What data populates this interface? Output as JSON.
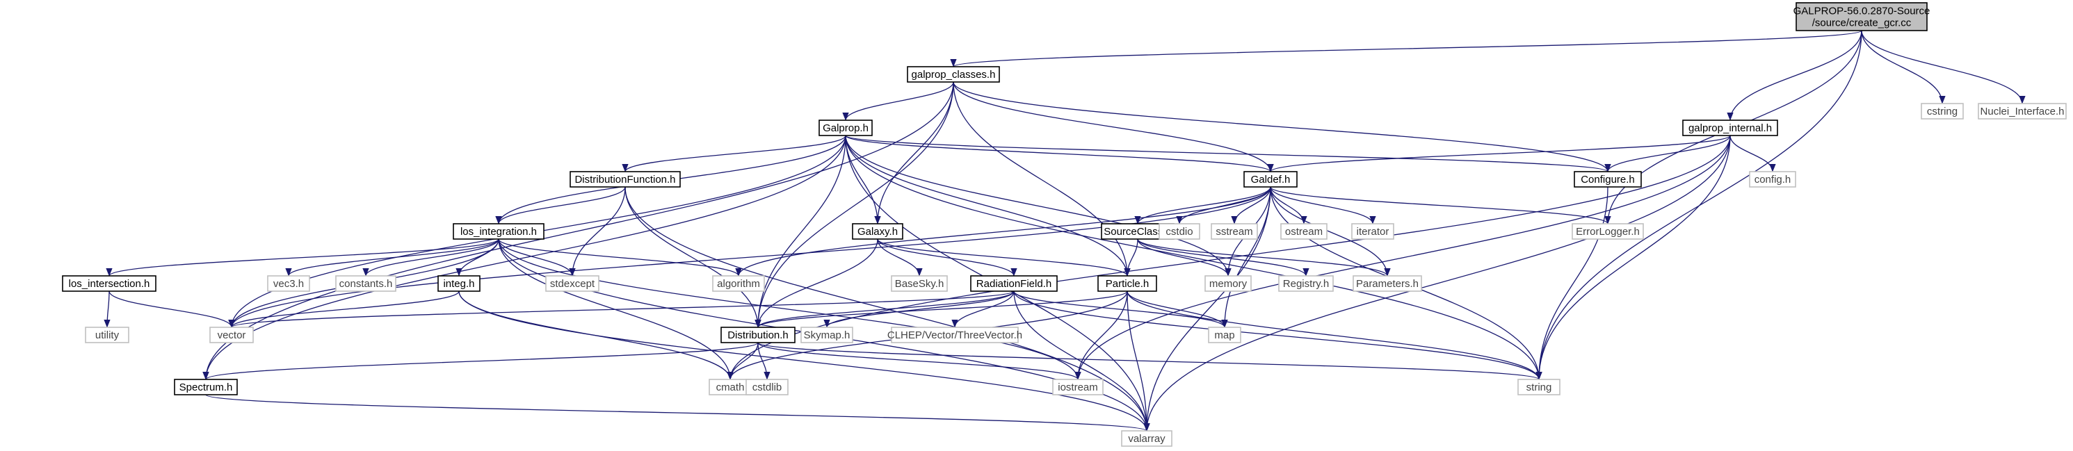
{
  "graph": {
    "root": "create_gcr_cc",
    "colors": {
      "edge": "#191970",
      "root_fill": "#bfbfbf",
      "root_border": "#000000",
      "project_border": "#000000",
      "system_border": "#bfbfbf",
      "node_fill": "#ffffff"
    },
    "nodes": [
      {
        "id": "create_gcr_cc",
        "kind": "root",
        "lines": [
          "GALPROP-56.0.2870-Source",
          "/source/create_gcr.cc"
        ]
      },
      {
        "id": "galprop_classes_h",
        "kind": "project",
        "lines": [
          "galprop_classes.h"
        ]
      },
      {
        "id": "cstring",
        "kind": "system",
        "lines": [
          "cstring"
        ]
      },
      {
        "id": "Nuclei_Interface_h",
        "kind": "system",
        "lines": [
          "Nuclei_Interface.h"
        ]
      },
      {
        "id": "Galprop_h",
        "kind": "project",
        "lines": [
          "Galprop.h"
        ]
      },
      {
        "id": "galprop_internal_h",
        "kind": "project",
        "lines": [
          "galprop_internal.h"
        ]
      },
      {
        "id": "DistributionFunction_h",
        "kind": "project",
        "lines": [
          "DistributionFunction.h"
        ]
      },
      {
        "id": "Galdef_h",
        "kind": "project",
        "lines": [
          "Galdef.h"
        ]
      },
      {
        "id": "Configure_h",
        "kind": "project",
        "lines": [
          "Configure.h"
        ]
      },
      {
        "id": "config_h",
        "kind": "system",
        "lines": [
          "config.h"
        ]
      },
      {
        "id": "los_integration_h",
        "kind": "project",
        "lines": [
          "los_integration.h"
        ]
      },
      {
        "id": "Galaxy_h",
        "kind": "project",
        "lines": [
          "Galaxy.h"
        ]
      },
      {
        "id": "SourceClass_h",
        "kind": "project",
        "lines": [
          "SourceClass.h"
        ]
      },
      {
        "id": "cstdio",
        "kind": "system",
        "lines": [
          "cstdio"
        ]
      },
      {
        "id": "sstream",
        "kind": "system",
        "lines": [
          "sstream"
        ]
      },
      {
        "id": "ostream",
        "kind": "system",
        "lines": [
          "ostream"
        ]
      },
      {
        "id": "iterator",
        "kind": "system",
        "lines": [
          "iterator"
        ]
      },
      {
        "id": "ErrorLogger_h",
        "kind": "system",
        "lines": [
          "ErrorLogger.h"
        ]
      },
      {
        "id": "los_intersection_h",
        "kind": "project",
        "lines": [
          "los_intersection.h"
        ]
      },
      {
        "id": "vec3_h",
        "kind": "system",
        "lines": [
          "vec3.h"
        ]
      },
      {
        "id": "constants_h",
        "kind": "system",
        "lines": [
          "constants.h"
        ]
      },
      {
        "id": "integ_h",
        "kind": "project",
        "lines": [
          "integ.h"
        ]
      },
      {
        "id": "stdexcept",
        "kind": "system",
        "lines": [
          "stdexcept"
        ]
      },
      {
        "id": "algorithm",
        "kind": "system",
        "lines": [
          "algorithm"
        ]
      },
      {
        "id": "BaseSky_h",
        "kind": "system",
        "lines": [
          "BaseSky.h"
        ]
      },
      {
        "id": "RadiationField_h",
        "kind": "project",
        "lines": [
          "RadiationField.h"
        ]
      },
      {
        "id": "Particle_h",
        "kind": "project",
        "lines": [
          "Particle.h"
        ]
      },
      {
        "id": "memory",
        "kind": "system",
        "lines": [
          "memory"
        ]
      },
      {
        "id": "Registry_h",
        "kind": "system",
        "lines": [
          "Registry.h"
        ]
      },
      {
        "id": "Parameters_h",
        "kind": "system",
        "lines": [
          "Parameters.h"
        ]
      },
      {
        "id": "utility",
        "kind": "system",
        "lines": [
          "utility"
        ]
      },
      {
        "id": "vector",
        "kind": "system",
        "lines": [
          "vector"
        ]
      },
      {
        "id": "Distribution_h",
        "kind": "project",
        "lines": [
          "Distribution.h"
        ]
      },
      {
        "id": "Skymap_h",
        "kind": "system",
        "lines": [
          "Skymap.h"
        ]
      },
      {
        "id": "ThreeVector_h",
        "kind": "system",
        "lines": [
          "CLHEP/Vector/ThreeVector.h"
        ]
      },
      {
        "id": "map",
        "kind": "system",
        "lines": [
          "map"
        ]
      },
      {
        "id": "Spectrum_h",
        "kind": "project",
        "lines": [
          "Spectrum.h"
        ]
      },
      {
        "id": "cmath",
        "kind": "system",
        "lines": [
          "cmath"
        ]
      },
      {
        "id": "cstdlib",
        "kind": "system",
        "lines": [
          "cstdlib"
        ]
      },
      {
        "id": "iostream",
        "kind": "system",
        "lines": [
          "iostream"
        ]
      },
      {
        "id": "string",
        "kind": "system",
        "lines": [
          "string"
        ]
      },
      {
        "id": "valarray",
        "kind": "system",
        "lines": [
          "valarray"
        ]
      }
    ],
    "edges": [
      [
        "create_gcr_cc",
        "galprop_classes_h"
      ],
      [
        "create_gcr_cc",
        "cstring"
      ],
      [
        "create_gcr_cc",
        "Nuclei_Interface_h"
      ],
      [
        "create_gcr_cc",
        "galprop_internal_h"
      ],
      [
        "create_gcr_cc",
        "ErrorLogger_h"
      ],
      [
        "create_gcr_cc",
        "string"
      ],
      [
        "galprop_classes_h",
        "Spectrum_h"
      ],
      [
        "galprop_classes_h",
        "Galprop_h"
      ],
      [
        "galprop_classes_h",
        "Galdef_h"
      ],
      [
        "galprop_classes_h",
        "Configure_h"
      ],
      [
        "galprop_classes_h",
        "Galaxy_h"
      ],
      [
        "galprop_classes_h",
        "Distribution_h"
      ],
      [
        "galprop_classes_h",
        "Particle_h"
      ],
      [
        "Galprop_h",
        "DistributionFunction_h"
      ],
      [
        "Galprop_h",
        "los_integration_h"
      ],
      [
        "Galprop_h",
        "Galdef_h"
      ],
      [
        "Galprop_h",
        "Configure_h"
      ],
      [
        "Galprop_h",
        "Galaxy_h"
      ],
      [
        "Galprop_h",
        "Particle_h"
      ],
      [
        "Galprop_h",
        "Distribution_h"
      ],
      [
        "Galprop_h",
        "Spectrum_h"
      ],
      [
        "Galprop_h",
        "vector"
      ],
      [
        "Galprop_h",
        "string"
      ],
      [
        "Galprop_h",
        "valarray"
      ],
      [
        "Galprop_h",
        "memory"
      ],
      [
        "galprop_internal_h",
        "Galdef_h"
      ],
      [
        "galprop_internal_h",
        "Configure_h"
      ],
      [
        "galprop_internal_h",
        "config_h"
      ],
      [
        "galprop_internal_h",
        "string"
      ],
      [
        "galprop_internal_h",
        "valarray"
      ],
      [
        "galprop_internal_h",
        "cmath"
      ],
      [
        "galprop_internal_h",
        "iostream"
      ],
      [
        "DistributionFunction_h",
        "los_integration_h"
      ],
      [
        "DistributionFunction_h",
        "stdexcept"
      ],
      [
        "DistributionFunction_h",
        "Distribution_h"
      ],
      [
        "DistributionFunction_h",
        "valarray"
      ],
      [
        "Galdef_h",
        "SourceClass_h"
      ],
      [
        "Galdef_h",
        "cstdio"
      ],
      [
        "Galdef_h",
        "sstream"
      ],
      [
        "Galdef_h",
        "ostream"
      ],
      [
        "Galdef_h",
        "iterator"
      ],
      [
        "Galdef_h",
        "ErrorLogger_h"
      ],
      [
        "Galdef_h",
        "vector"
      ],
      [
        "Galdef_h",
        "algorithm"
      ],
      [
        "Galdef_h",
        "memory"
      ],
      [
        "Galdef_h",
        "Parameters_h"
      ],
      [
        "Galdef_h",
        "map"
      ],
      [
        "Galdef_h",
        "string"
      ],
      [
        "Galdef_h",
        "valarray"
      ],
      [
        "Configure_h",
        "string"
      ],
      [
        "los_integration_h",
        "los_intersection_h"
      ],
      [
        "los_integration_h",
        "vec3_h"
      ],
      [
        "los_integration_h",
        "constants_h"
      ],
      [
        "los_integration_h",
        "integ_h"
      ],
      [
        "los_integration_h",
        "stdexcept"
      ],
      [
        "los_integration_h",
        "algorithm"
      ],
      [
        "los_integration_h",
        "vector"
      ],
      [
        "los_integration_h",
        "cmath"
      ],
      [
        "los_integration_h",
        "iostream"
      ],
      [
        "los_integration_h",
        "valarray"
      ],
      [
        "Galaxy_h",
        "BaseSky_h"
      ],
      [
        "Galaxy_h",
        "RadiationField_h"
      ],
      [
        "Galaxy_h",
        "Particle_h"
      ],
      [
        "Galaxy_h",
        "Distribution_h"
      ],
      [
        "SourceClass_h",
        "Particle_h"
      ],
      [
        "SourceClass_h",
        "Registry_h"
      ],
      [
        "SourceClass_h",
        "Parameters_h"
      ],
      [
        "SourceClass_h",
        "memory"
      ],
      [
        "los_intersection_h",
        "utility"
      ],
      [
        "los_intersection_h",
        "vector"
      ],
      [
        "integ_h",
        "vector"
      ],
      [
        "integ_h",
        "cmath"
      ],
      [
        "integ_h",
        "valarray"
      ],
      [
        "RadiationField_h",
        "Distribution_h"
      ],
      [
        "RadiationField_h",
        "Skymap_h"
      ],
      [
        "RadiationField_h",
        "ThreeVector_h"
      ],
      [
        "RadiationField_h",
        "vector"
      ],
      [
        "RadiationField_h",
        "map"
      ],
      [
        "RadiationField_h",
        "string"
      ],
      [
        "RadiationField_h",
        "valarray"
      ],
      [
        "Particle_h",
        "Distribution_h"
      ],
      [
        "Particle_h",
        "map"
      ],
      [
        "Particle_h",
        "iostream"
      ],
      [
        "Particle_h",
        "string"
      ],
      [
        "Particle_h",
        "cmath"
      ],
      [
        "Particle_h",
        "valarray"
      ],
      [
        "Distribution_h",
        "Spectrum_h"
      ],
      [
        "Distribution_h",
        "cmath"
      ],
      [
        "Distribution_h",
        "cstdlib"
      ],
      [
        "Distribution_h",
        "iostream"
      ],
      [
        "Distribution_h",
        "string"
      ],
      [
        "Spectrum_h",
        "valarray"
      ]
    ]
  }
}
